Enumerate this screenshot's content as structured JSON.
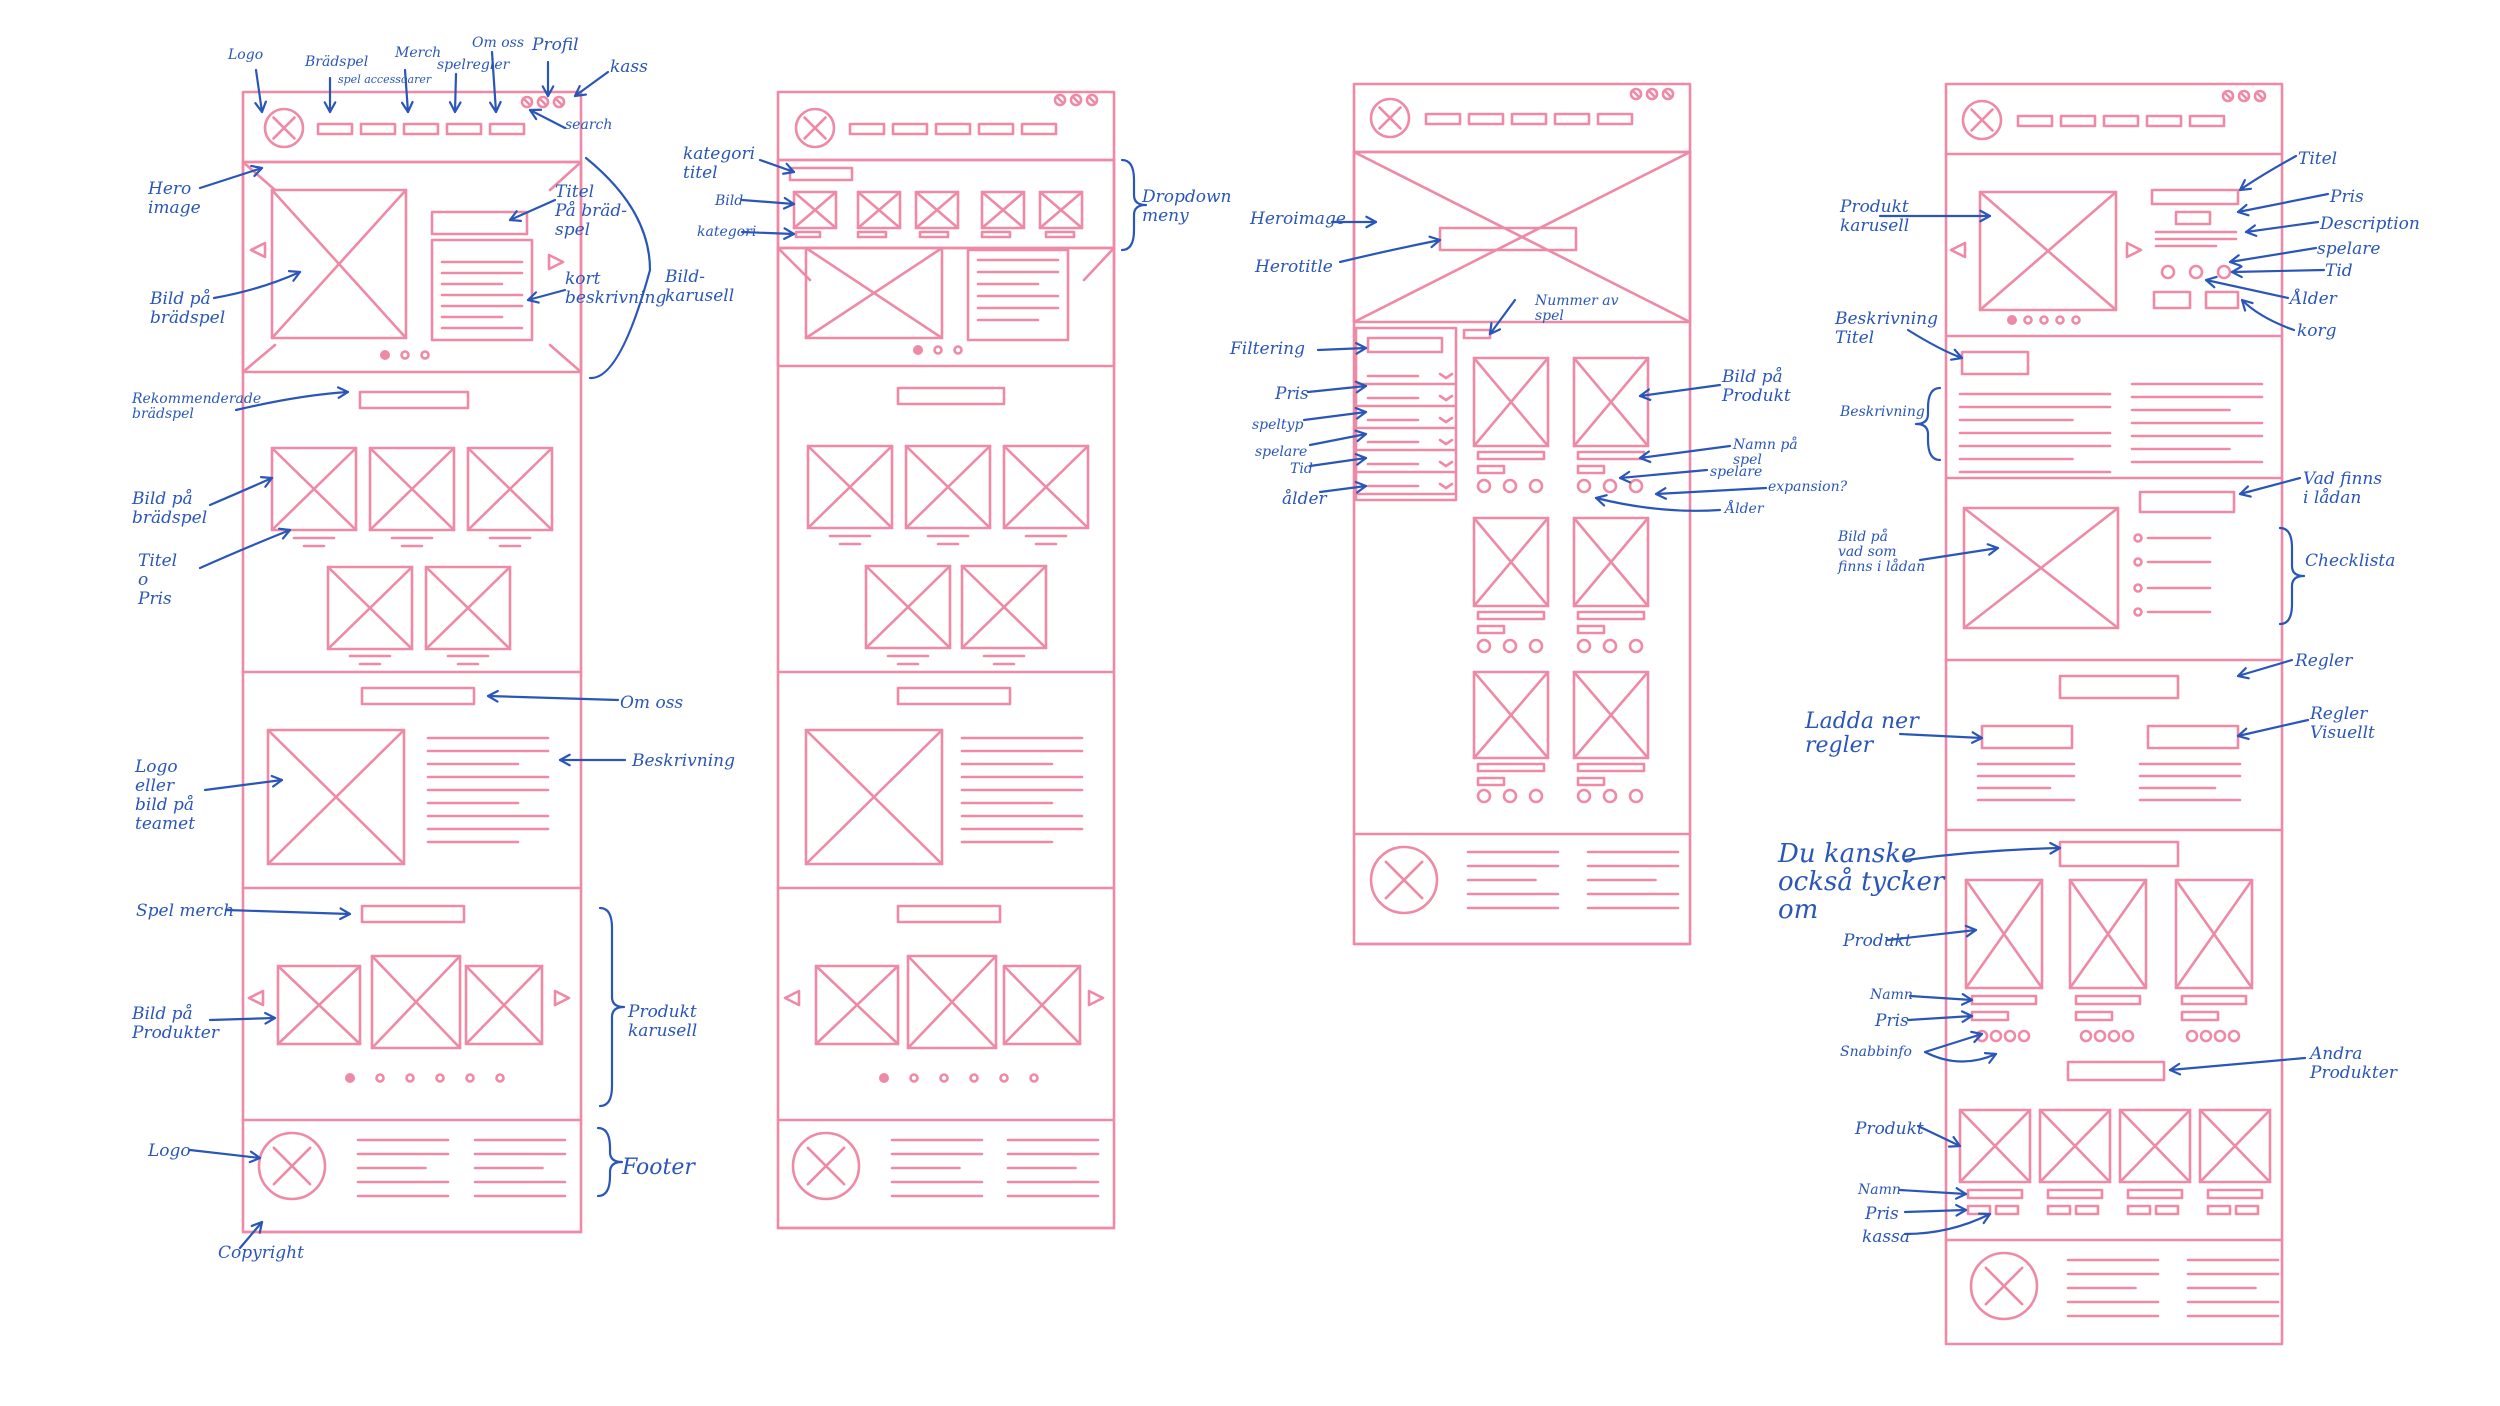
{
  "annotations": {
    "w1": {
      "logo": "Logo",
      "bradspel": "Brädspel",
      "spel_accessoarer": "spel accessoarer",
      "merch": "Merch",
      "spelregler": "spelregler",
      "om_oss_nav": "Om oss",
      "profil": "Profil",
      "kass": "kass",
      "search": "search",
      "hero_image": "Hero\nimage",
      "titel_pa_bradspel": "Titel\nPå bräd-\nspel",
      "kort_beskrivning": "kort\nbeskrivning",
      "bild_karusell": "Bild-\nkarusell",
      "bild_pa_bradspel_1": "Bild på\nbrädspel",
      "rekommenderade": "Rekommenderade\nbrädspel",
      "bild_pa_bradspel_2": "Bild på\nbrädspel",
      "titel_o_pris": "Titel\no\nPris",
      "om_oss": "Om oss",
      "beskrivning": "Beskrivning",
      "logo_eller_bild": "Logo\neller\nbild på\nteamet",
      "spel_merch": "Spel merch",
      "bild_pa_produkter": "Bild på\nProdukter",
      "produkt_karusell": "Produkt\nkarusell",
      "logo_footer": "Logo",
      "footer": "Footer",
      "copyright": "Copyright"
    },
    "w2": {
      "kategori_titel": "kategori\ntitel",
      "bild": "Bild",
      "kategori": "kategori",
      "dropdown_meny": "Dropdown\nmeny"
    },
    "w3": {
      "heroimage": "Heroimage",
      "herotitle": "Herotitle",
      "nummer_av_spel": "Nummer av\nspel",
      "filtering": "Filtering",
      "pris": "Pris",
      "speltyp": "speltyp",
      "spelare": "spelare",
      "tid": "Tid",
      "alder": "ålder",
      "bild_pa_produkt": "Bild på\nProdukt",
      "namn_pa_spel": "Namn på\nspel",
      "spelare_r": "spelare",
      "expansion": "expansion?",
      "alder_r": "Ålder"
    },
    "w4": {
      "produkt_karusell": "Produkt\nkarusell",
      "titel": "Titel",
      "pris": "Pris",
      "description": "Description",
      "spelare": "spelare",
      "tid": "Tid",
      "alder": "Ålder",
      "korg": "korg",
      "beskrivning_titel": "Beskrivning\nTitel",
      "beskrivning": "Beskrivning",
      "vad_finns": "Vad finns\ni lådan",
      "bild_pa_vad": "Bild på\nvad som\nfinns i lådan",
      "checklista": "Checklista",
      "regler": "Regler",
      "ladda_ner": "Ladda ner\nregler",
      "regler_visuellt": "Regler\nVisuellt",
      "du_kanske": "Du kanske\nockså tycker\nom",
      "produkt": "Produkt",
      "namn": "Namn",
      "pris2": "Pris",
      "snabbinfo": "Snabbinfo",
      "andra_produkter": "Andra\nProdukter",
      "produkt2": "Produkt",
      "namn2": "Namn",
      "pris3": "Pris",
      "kassa": "kassa"
    }
  },
  "colors": {
    "wireframe": "#ee8aa6",
    "annotation": "#2a56b8",
    "paper": "#ffffff"
  }
}
